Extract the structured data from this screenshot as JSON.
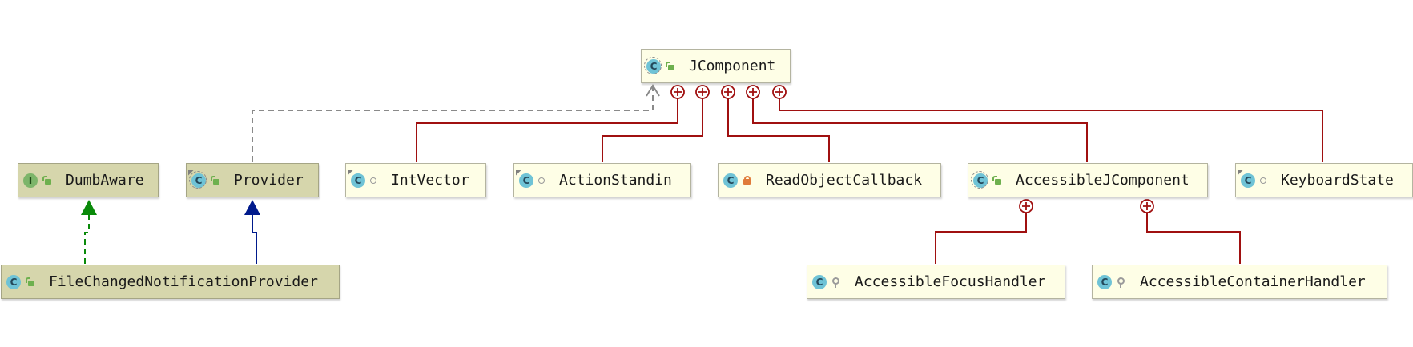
{
  "nodes": {
    "jcomponent": {
      "label": "JComponent",
      "kind": "C",
      "visibility": "public",
      "abstract": true
    },
    "dumbaware": {
      "label": "DumbAware",
      "kind": "I",
      "visibility": "public"
    },
    "provider": {
      "label": "Provider",
      "kind": "C",
      "visibility": "public",
      "abstract": true,
      "static": true
    },
    "intvector": {
      "label": "IntVector",
      "kind": "C",
      "visibility": "package",
      "static": true
    },
    "actionstandin": {
      "label": "ActionStandin",
      "kind": "C",
      "visibility": "package",
      "static": true
    },
    "readobjectcallback": {
      "label": "ReadObjectCallback",
      "kind": "C",
      "visibility": "private"
    },
    "accessiblejcomponent": {
      "label": "AccessibleJComponent",
      "kind": "C",
      "visibility": "public",
      "abstract": true
    },
    "keyboardstate": {
      "label": "KeyboardState",
      "kind": "C",
      "visibility": "package",
      "static": true
    },
    "filechangednotificationprovider": {
      "label": "FileChangedNotificationProvider",
      "kind": "C",
      "visibility": "public"
    },
    "accessiblefocushandler": {
      "label": "AccessibleFocusHandler",
      "kind": "C",
      "visibility": "protected"
    },
    "accessiblecontainerhandler": {
      "label": "AccessibleContainerHandler",
      "kind": "C",
      "visibility": "protected"
    }
  },
  "colors": {
    "inner_class_edge": "#a01010",
    "inheritance_edge": "#001a8c",
    "implements_edge": "#0a8a0a",
    "dependency_edge": "#8a8a8a"
  }
}
